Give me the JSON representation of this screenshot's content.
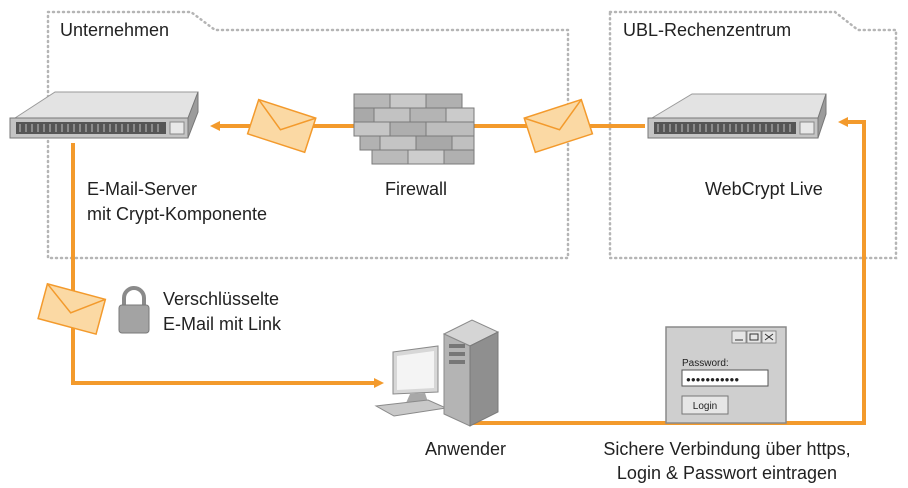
{
  "zones": {
    "company": "Unternehmen",
    "datacenter": "UBL-Rechenzentrum"
  },
  "nodes": {
    "mail_server_line1": "E-Mail-Server",
    "mail_server_line2": "mit Crypt-Komponente",
    "firewall": "Firewall",
    "webcrypt": "WebCrypt Live",
    "user": "Anwender"
  },
  "annotations": {
    "encrypted_line1": "Verschlüsselte",
    "encrypted_line2": "E-Mail mit Link",
    "secure_line1": "Sichere Verbindung über https,",
    "secure_line2": "Login & Passwort eintragen"
  },
  "login_dialog": {
    "field_label": "Password:",
    "password_mask": "●●●●●●●●●●●",
    "button_label": "Login"
  },
  "colors": {
    "accent": "#f39a2c",
    "envelope": "#fbd9a4",
    "zone_border": "#b5b5b5"
  }
}
